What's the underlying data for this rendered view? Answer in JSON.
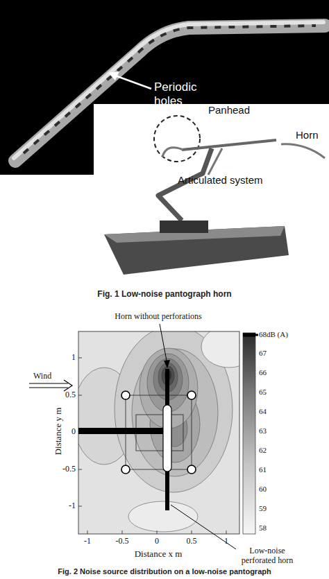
{
  "diagram": {
    "labels": [
      "Periodic holes",
      "Panhead",
      "Horn",
      "Articulated system",
      "Fig. 1 Low-noise pantograph horn",
      "Horn without perforations",
      "Wind",
      "68dB (A)",
      "67",
      "66",
      "65",
      "64",
      "63",
      "62",
      "61",
      "60",
      "59",
      "58",
      "1",
      "0.5",
      "0",
      "-0.5",
      "-1",
      "-1",
      "-0.5",
      "0",
      "0.5",
      "1",
      "Distance y m",
      "Distance x m",
      "Low-noise perforated horn",
      "Fig. 2 Noise source distribution on a low-noise pantograph"
    ]
  }
}
